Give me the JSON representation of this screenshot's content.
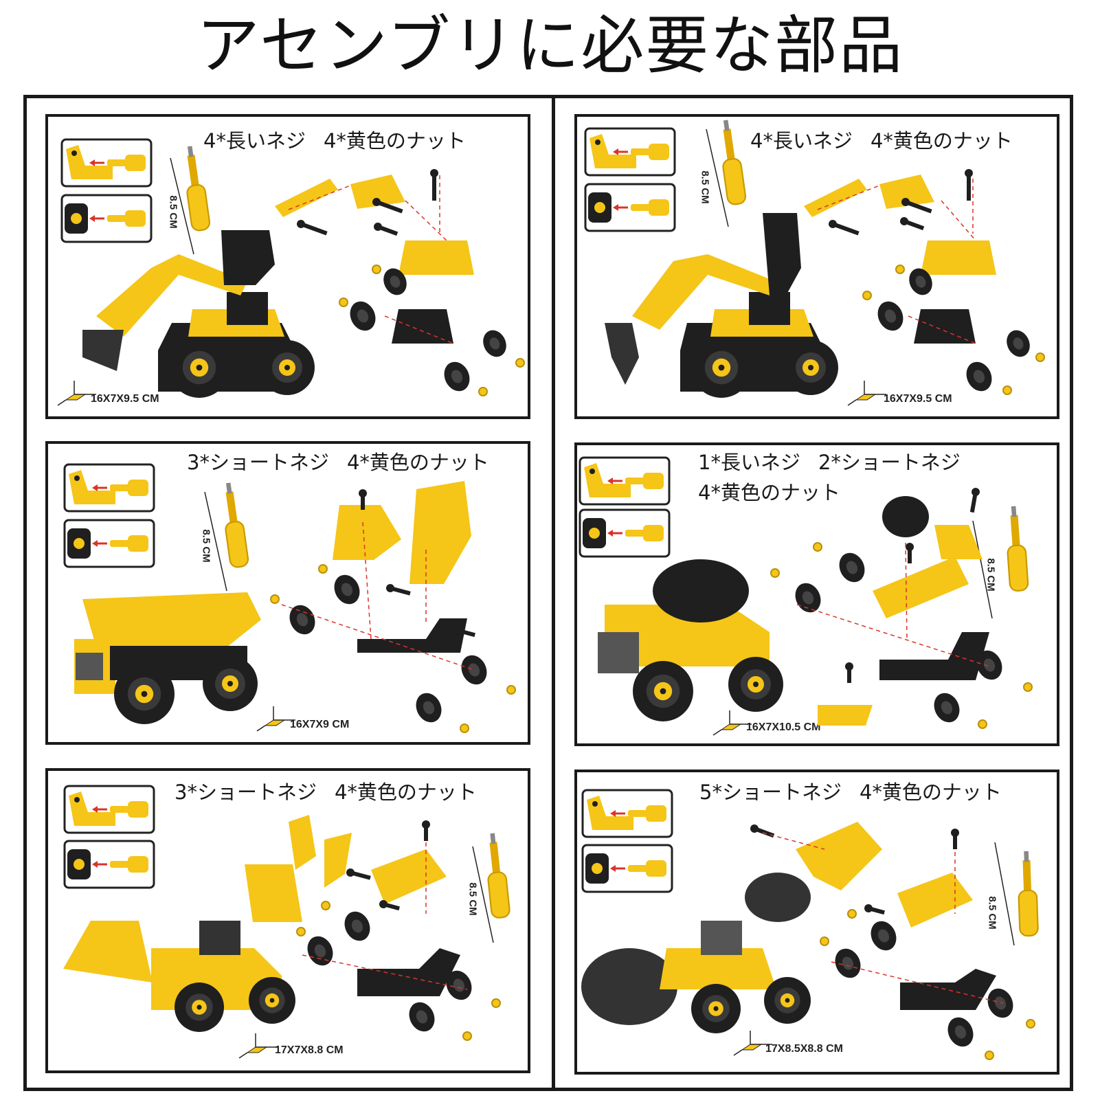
{
  "title": "アセンブリに必要な部品",
  "colors": {
    "yellow": "#f5c518",
    "dark": "#1f1f1f",
    "red_dash": "#d9342b",
    "frame": "#1a1a1a"
  },
  "panels": [
    {
      "parts": [
        "4*長いネジ",
        "4*黄色のナット"
      ],
      "ruler": "8.5 CM",
      "dims": "16X7X9.5 CM"
    },
    {
      "parts": [
        "4*長いネジ",
        "4*黄色のナット"
      ],
      "ruler": "8.5 CM",
      "dims": "16X7X9.5 CM"
    },
    {
      "parts": [
        "3*ショートネジ",
        "4*黄色のナット"
      ],
      "ruler": "8.5 CM",
      "dims": "16X7X9 CM"
    },
    {
      "parts": [
        "1*長いネジ",
        "2*ショートネジ"
      ],
      "parts_line2": "4*黄色のナット",
      "ruler": "8.5 CM",
      "dims": "16X7X10.5 CM"
    },
    {
      "parts": [
        "3*ショートネジ",
        "4*黄色のナット"
      ],
      "ruler": "8.5 CM",
      "dims": "17X7X8.8 CM"
    },
    {
      "parts": [
        "5*ショートネジ",
        "4*黄色のナット"
      ],
      "ruler": "8.5 CM",
      "dims": "17X8.5X8.8 CM"
    }
  ]
}
